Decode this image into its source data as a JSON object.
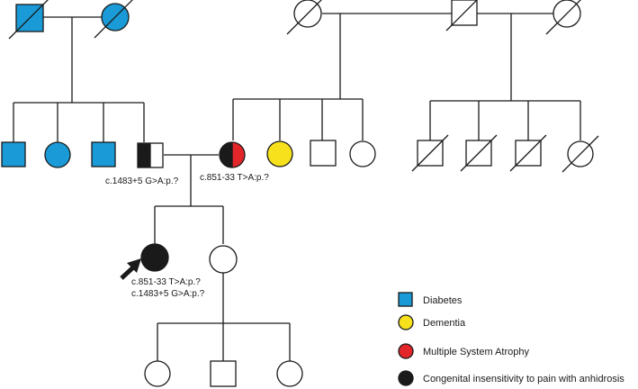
{
  "colors": {
    "diabetes": "#1a9ad6",
    "dementia": "#f6e11c",
    "msa": "#e2262a",
    "cipa": "#1a1a1a",
    "unaffected": "#ffffff"
  },
  "annotations": {
    "father_variant": "c.1483+5 G>A:p.?",
    "mother_variant": "c.851-33 T>A:p.?",
    "proband_variant_1": "c.851-33 T>A:p.?",
    "proband_variant_2": "c.1483+5 G>A:p.?"
  },
  "legend": {
    "items": [
      {
        "label": "Diabetes",
        "shape": "square",
        "color": "#1a9ad6"
      },
      {
        "label": "Dementia",
        "shape": "circle",
        "color": "#f6e11c"
      },
      {
        "label": "Multiple System Atrophy",
        "shape": "circle",
        "color": "#e2262a"
      },
      {
        "label": "Congenital insensitivity to pain with anhidrosis",
        "shape": "circle",
        "color": "#1a1a1a"
      }
    ]
  }
}
